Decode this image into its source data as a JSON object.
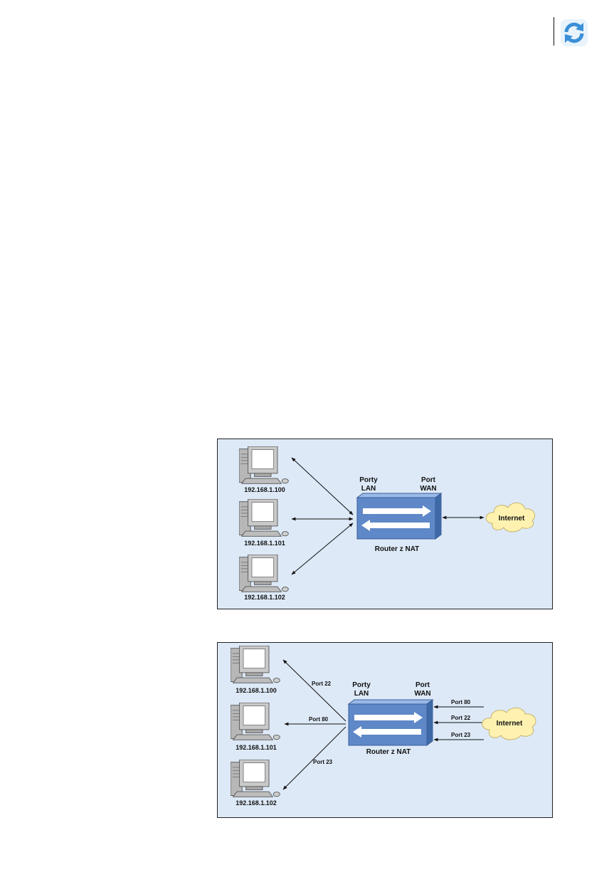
{
  "header": {
    "icon": "refresh-icon"
  },
  "diagram1": {
    "hosts": [
      "192.168.1.100",
      "192.168.1.101",
      "192.168.1.102"
    ],
    "lan_label_1": "Porty",
    "lan_label_2": "LAN",
    "wan_label_1": "Port",
    "wan_label_2": "WAN",
    "router_label": "Router z NAT",
    "cloud_label": "Internet"
  },
  "diagram2": {
    "hosts": [
      "192.168.1.100",
      "192.168.1.101",
      "192.168.1.102"
    ],
    "lan_label_1": "Porty",
    "lan_label_2": "LAN",
    "wan_label_1": "Port",
    "wan_label_2": "WAN",
    "router_label": "Router z NAT",
    "cloud_label": "Internet",
    "lan_ports": [
      "Port 22",
      "Port 80",
      "Port 23"
    ],
    "wan_ports": [
      "Port 80",
      "Port 22",
      "Port 23"
    ]
  },
  "colors": {
    "panel_bg": "#dde9f7",
    "router_front": "#5e88c8",
    "cloud": "#fff2b0",
    "refresh_blue": "#3b8fd6"
  }
}
